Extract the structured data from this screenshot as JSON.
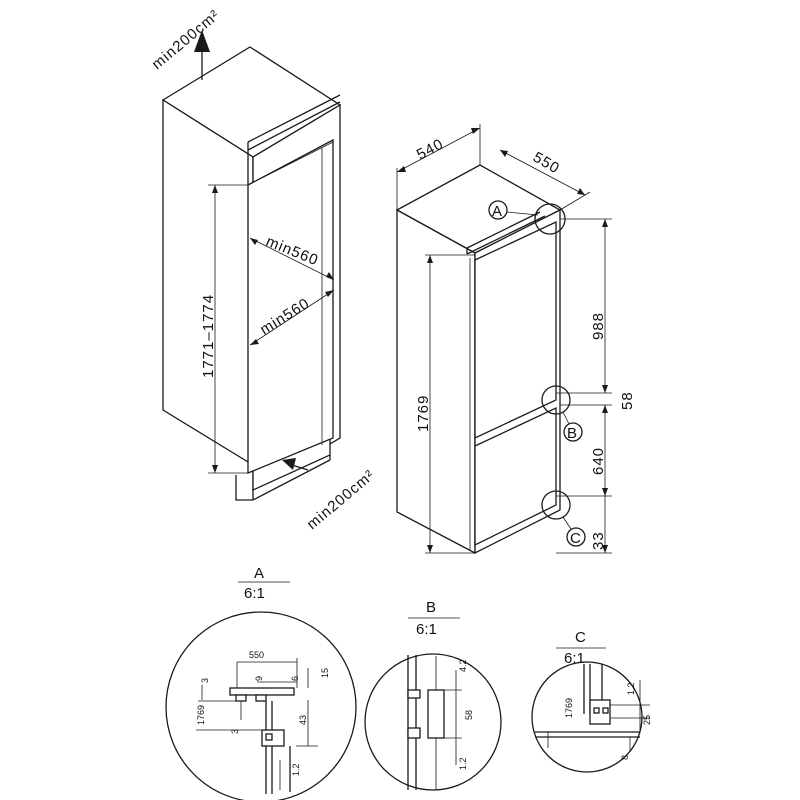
{
  "niche": {
    "ventilation_top": "min200cm²",
    "ventilation_bottom": "min200cm²",
    "height_range": "1771–1774",
    "width_upper": "min560",
    "width_lower": "min560"
  },
  "appliance": {
    "width": "540",
    "depth": "550",
    "height": "1769",
    "door_upper": "988",
    "gap": "58",
    "door_lower": "640",
    "bottom_gap": "33",
    "marker_a": "A",
    "marker_b": "B",
    "marker_c": "C"
  },
  "detail_a": {
    "title": "A",
    "scale": "6:1",
    "dims": [
      "550",
      "9",
      "6",
      "15",
      "3",
      "1769",
      "3",
      "43",
      "1.2"
    ]
  },
  "detail_b": {
    "title": "B",
    "scale": "6:1",
    "dims": [
      "4.2",
      "58",
      "1.2"
    ]
  },
  "detail_c": {
    "title": "C",
    "scale": "6:1",
    "dims": [
      "1.2",
      "1769",
      "25",
      "8"
    ]
  }
}
